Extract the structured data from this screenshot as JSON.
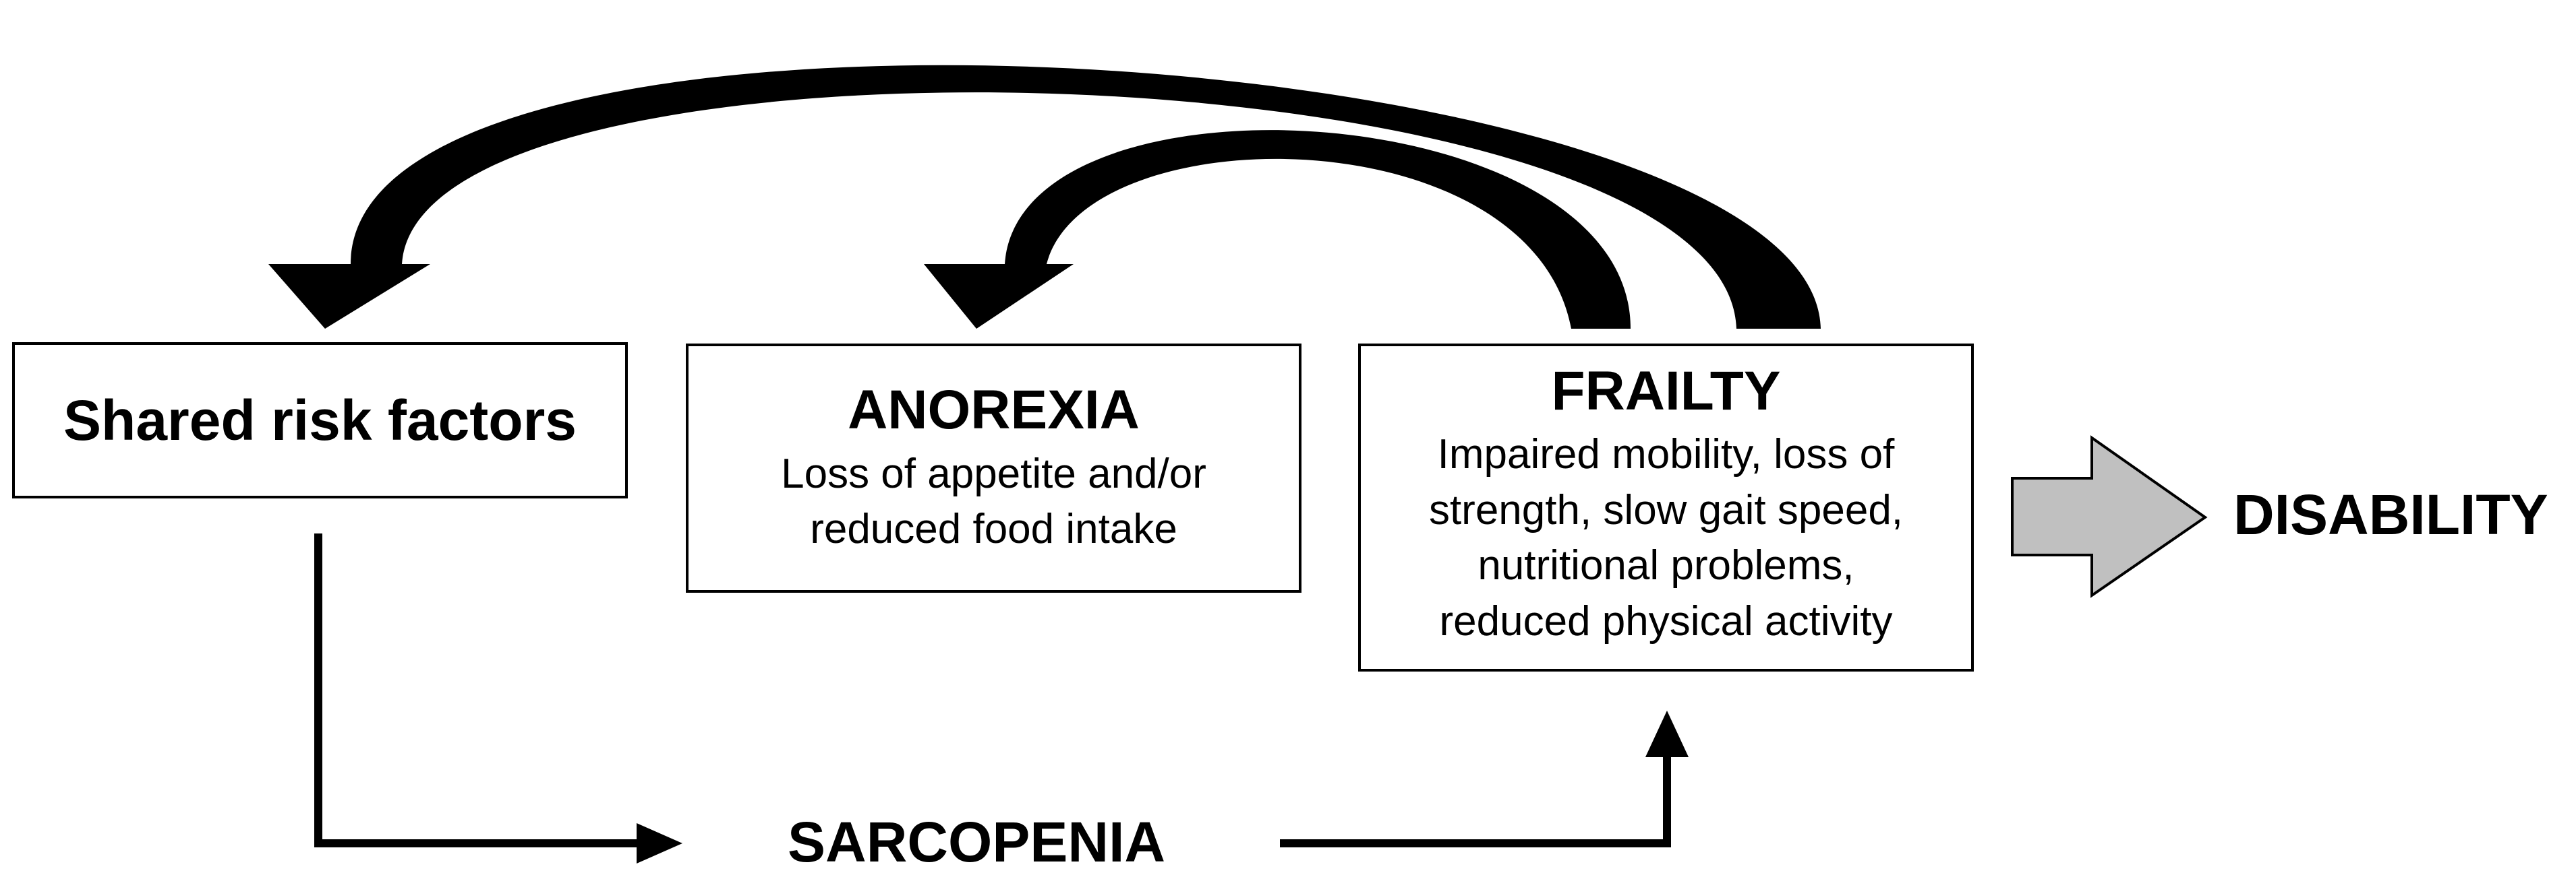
{
  "nodes": {
    "shared_risk_factors": {
      "title": "Shared risk factors"
    },
    "anorexia": {
      "title": "ANOREXIA",
      "lines": [
        "Loss of appetite and/or",
        "reduced food intake"
      ]
    },
    "frailty": {
      "title": "FRAILTY",
      "lines": [
        "Impaired mobility, loss of",
        "strength, slow gait speed,",
        "nutritional problems,",
        "reduced physical activity"
      ]
    },
    "sarcopenia": {
      "label": "SARCOPENIA"
    },
    "disability": {
      "label": "DISABILITY"
    }
  },
  "colors": {
    "stroke": "#000000",
    "outcome_arrow_fill": "#c0c0c0"
  }
}
